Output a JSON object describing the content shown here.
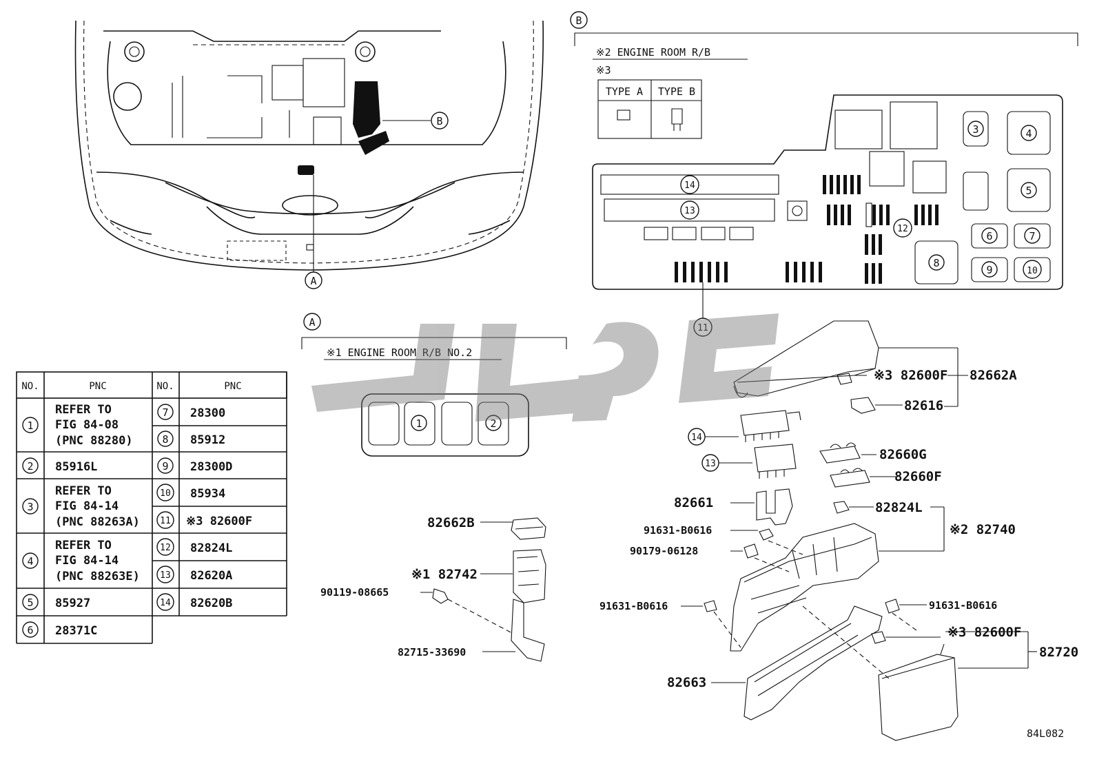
{
  "diagram_code": "84L082",
  "watermark": "ﻪﻨﻣ",
  "callouts": {
    "a": "A",
    "b": "B"
  },
  "section_a": {
    "title": "※1 ENGINE ROOM R/B NO.2",
    "fuse_slots": [
      "1",
      "2"
    ]
  },
  "section_b": {
    "title": "※2 ENGINE ROOM R/B",
    "note": "※3",
    "type_a": "TYPE A",
    "type_b": "TYPE B",
    "positions": [
      "3",
      "4",
      "5",
      "6",
      "7",
      "8",
      "9",
      "10",
      "11",
      "12",
      "13",
      "14"
    ]
  },
  "parts_a": [
    {
      "text": "82662B"
    },
    {
      "text": "※1 82742"
    },
    {
      "text": "90119-08665"
    },
    {
      "text": "82715-33690"
    }
  ],
  "parts_b": [
    {
      "text": "※3 82600F"
    },
    {
      "text": "82662A"
    },
    {
      "text": "82616"
    },
    {
      "text": "14"
    },
    {
      "text": "13"
    },
    {
      "text": "82660G"
    },
    {
      "text": "82660F"
    },
    {
      "text": "82661"
    },
    {
      "text": "82824L"
    },
    {
      "text": "91631-B0616"
    },
    {
      "text": "※2 82740"
    },
    {
      "text": "90179-06128"
    },
    {
      "text": "91631-B0616"
    },
    {
      "text": "91631-B0616"
    },
    {
      "text": "※3 82600F"
    },
    {
      "text": "82720"
    },
    {
      "text": "82663"
    }
  ],
  "table": {
    "headers": [
      "NO.",
      "PNC",
      "NO.",
      "PNC"
    ],
    "left_rows": [
      {
        "no": "1",
        "pnc": [
          "REFER TO",
          "FIG 84-08",
          "(PNC 88280)"
        ]
      },
      {
        "no": "2",
        "pnc": [
          "85916L"
        ]
      },
      {
        "no": "3",
        "pnc": [
          "REFER TO",
          "FIG 84-14",
          "(PNC 88263A)"
        ]
      },
      {
        "no": "4",
        "pnc": [
          "REFER TO",
          "FIG 84-14",
          "(PNC 88263E)"
        ]
      },
      {
        "no": "5",
        "pnc": [
          "85927"
        ]
      },
      {
        "no": "6",
        "pnc": [
          "28371C"
        ]
      }
    ],
    "right_rows": [
      {
        "no": "7",
        "pnc": "28300"
      },
      {
        "no": "8",
        "pnc": "85912"
      },
      {
        "no": "9",
        "pnc": "28300D"
      },
      {
        "no": "10",
        "pnc": "85934"
      },
      {
        "no": "11",
        "pnc": "※3 82600F"
      },
      {
        "no": "12",
        "pnc": "82824L"
      },
      {
        "no": "13",
        "pnc": "82620A"
      },
      {
        "no": "14",
        "pnc": "82620B"
      }
    ]
  }
}
